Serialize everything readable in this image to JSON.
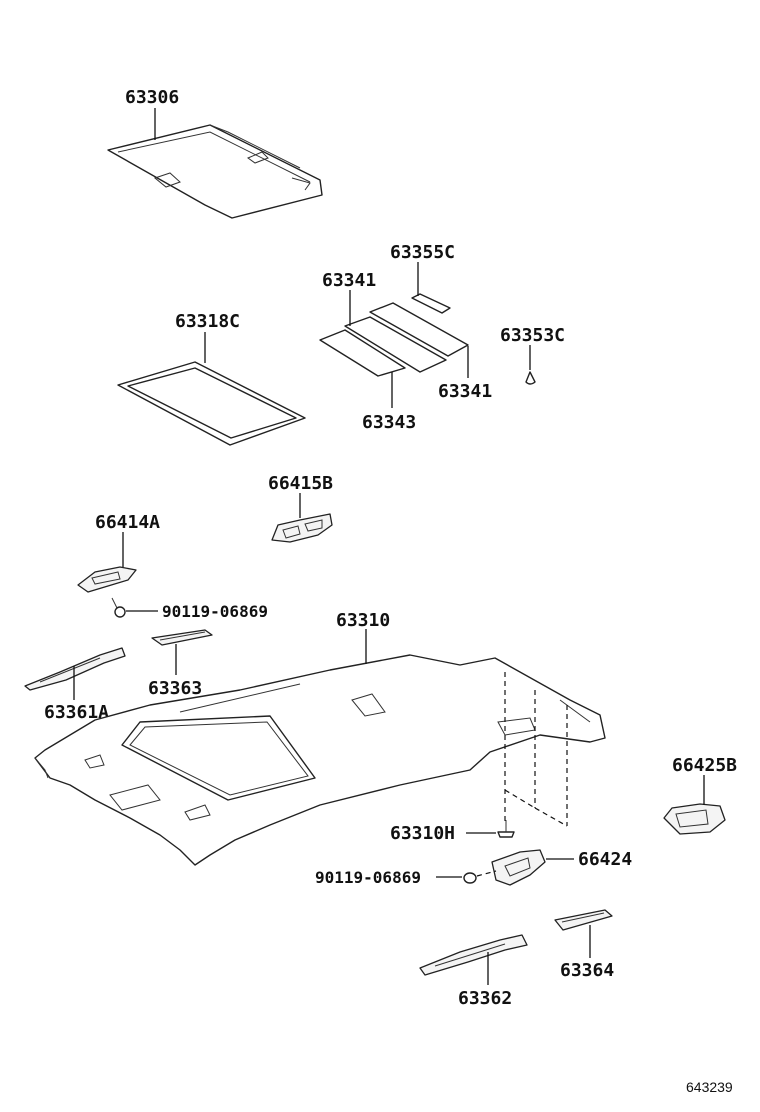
{
  "labels": {
    "p63306": "63306",
    "p63355c": "63355C",
    "p63341_top": "63341",
    "p63318c": "63318C",
    "p63353c": "63353C",
    "p63341_bottom": "63341",
    "p63343": "63343",
    "p66415b": "66415B",
    "p66414a": "66414A",
    "p90119_top": "90119-06869",
    "p63310": "63310",
    "p63363": "63363",
    "p63361a": "63361A",
    "p66425b": "66425B",
    "p63310h": "63310H",
    "p66424": "66424",
    "p90119_bottom": "90119-06869",
    "p63364": "63364",
    "p63362": "63362"
  },
  "figure_number": "643239"
}
